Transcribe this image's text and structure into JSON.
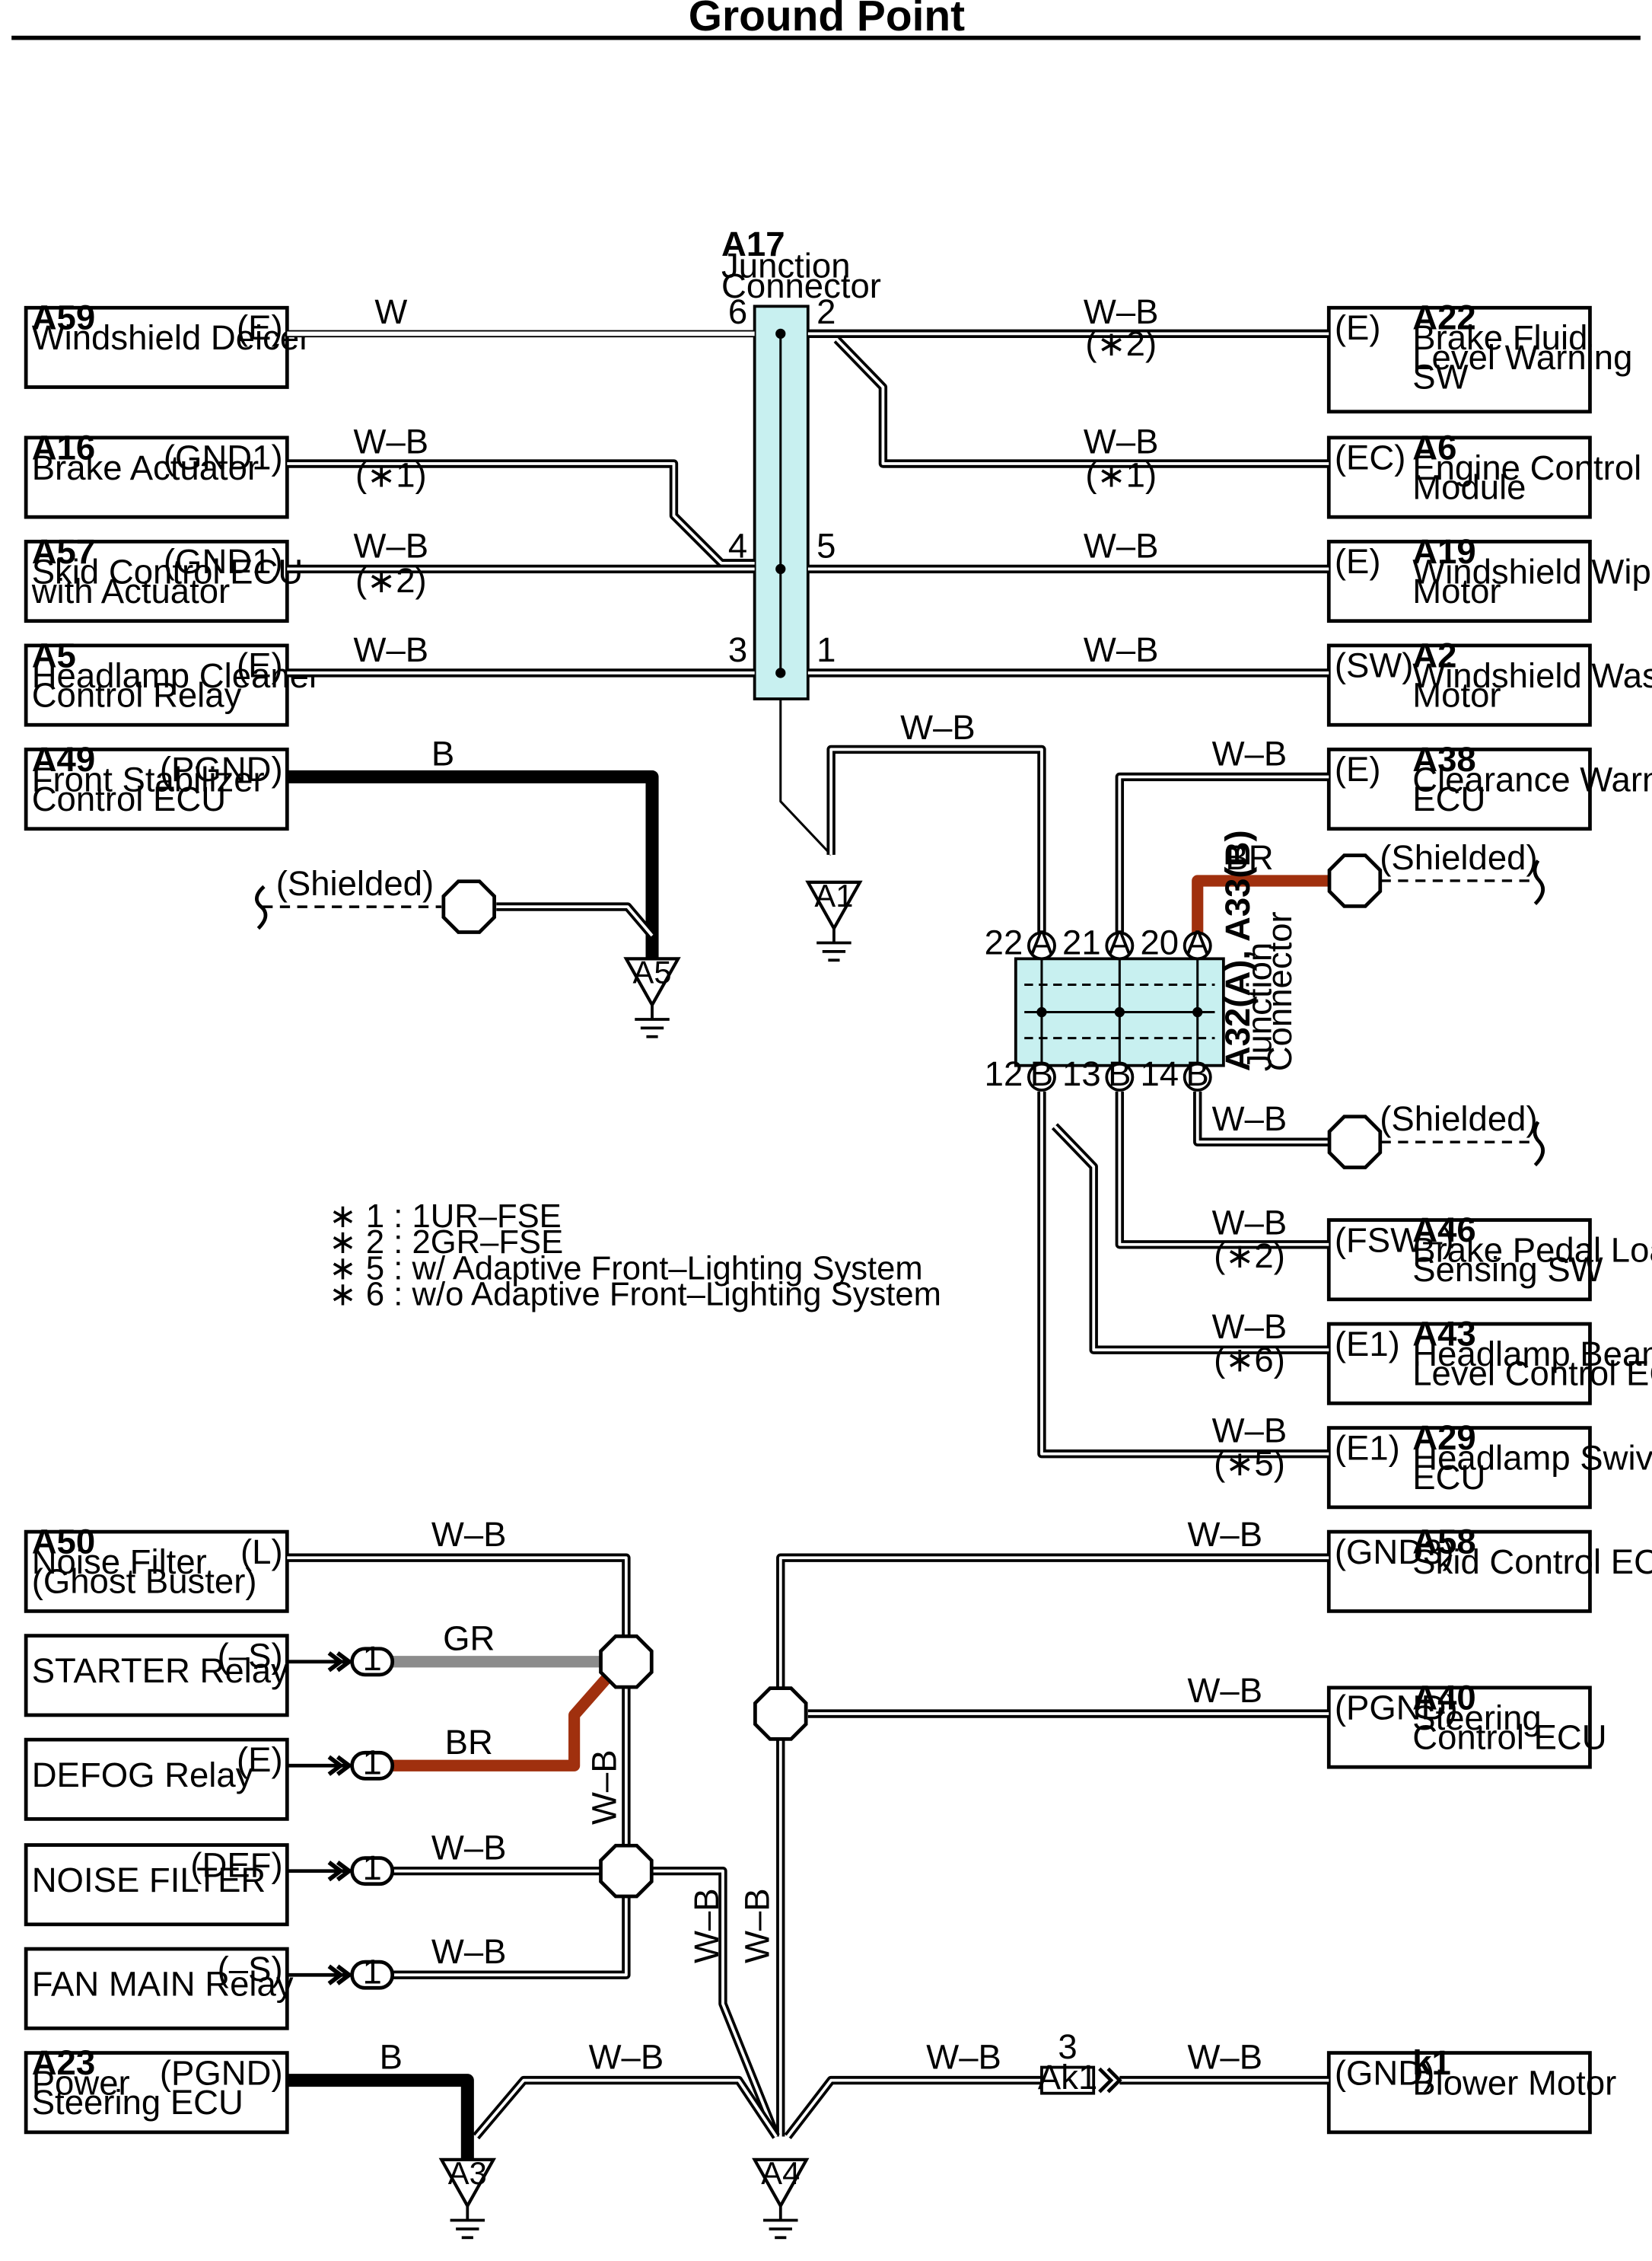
{
  "page": {
    "title": "Ground Point"
  },
  "connectors": [
    {
      "id": "c1",
      "code": "A59",
      "lines": [
        "Windshield Deicer"
      ],
      "terminal": "(E)"
    },
    {
      "id": "c2",
      "code": "A16",
      "lines": [
        "Brake Actuator"
      ],
      "terminal": "(GND1)"
    },
    {
      "id": "c3",
      "code": "A57",
      "lines": [
        "Skid Control ECU",
        "with Actuator"
      ],
      "terminal": "(GND1)"
    },
    {
      "id": "c4",
      "code": "A5",
      "lines": [
        "Headlamp Cleaner",
        "Control Relay"
      ],
      "terminal": "(E)"
    },
    {
      "id": "c5",
      "code": "A49",
      "lines": [
        "Front Stabilizer",
        "Control ECU"
      ],
      "terminal": "(PGND)"
    },
    {
      "id": "c6",
      "code": "A22",
      "lines": [
        "Brake Fluid",
        "Level Warning",
        "SW"
      ],
      "terminal": "(E)"
    },
    {
      "id": "c7",
      "code": "A6",
      "lines": [
        "Engine Control",
        "Module"
      ],
      "terminal": "(EC)"
    },
    {
      "id": "c8",
      "code": "A19",
      "lines": [
        "Windshield Wiper",
        "Motor"
      ],
      "terminal": "(E)"
    },
    {
      "id": "c9",
      "code": "A2",
      "lines": [
        "Windshield Washer",
        "Motor"
      ],
      "terminal": "(SW)"
    },
    {
      "id": "c10",
      "code": "A38",
      "lines": [
        "Clearance Warning",
        "ECU"
      ],
      "terminal": "(E)"
    },
    {
      "id": "c11",
      "code": "A46",
      "lines": [
        "Brake Pedal Load",
        "Sensing SW"
      ],
      "terminal": "(FSW–)"
    },
    {
      "id": "c12",
      "code": "A43",
      "lines": [
        "Headlamp Beam",
        "Level Control ECU"
      ],
      "terminal": "(E1)"
    },
    {
      "id": "c13",
      "code": "A29",
      "lines": [
        "Headlamp Swivel",
        "ECU"
      ],
      "terminal": "(E1)"
    },
    {
      "id": "c14",
      "code": "A50",
      "lines": [
        "Noise Filter",
        "(Ghost Buster)"
      ],
      "terminal": "(L)"
    },
    {
      "id": "c15",
      "code": "",
      "lines": [
        "STARTER Relay"
      ],
      "terminal": "(–S)"
    },
    {
      "id": "c16",
      "code": "",
      "lines": [
        "DEFOG Relay"
      ],
      "terminal": "(E)"
    },
    {
      "id": "c17",
      "code": "",
      "lines": [
        "NOISE FILTER"
      ],
      "terminal": "(DEF)"
    },
    {
      "id": "c18",
      "code": "",
      "lines": [
        "FAN MAIN Relay"
      ],
      "terminal": "(–S)"
    },
    {
      "id": "c19",
      "code": "A23",
      "lines": [
        "Power",
        "Steering ECU"
      ],
      "terminal": "(PGND)"
    },
    {
      "id": "c20",
      "code": "A58",
      "lines": [
        "Skid Control ECU"
      ],
      "terminal": "(GND3)"
    },
    {
      "id": "c21",
      "code": "A40",
      "lines": [
        "Steering",
        "Control ECU"
      ],
      "terminal": "(PGND)"
    },
    {
      "id": "c22",
      "code": "k1",
      "lines": [
        "Blower Motor"
      ],
      "terminal": "(GND)"
    }
  ],
  "junction_a17": {
    "code": "A17",
    "lines": [
      "Junction",
      "Connector"
    ],
    "pins": [
      "6",
      "2",
      "4",
      "5",
      "3",
      "1"
    ]
  },
  "junction_a32": {
    "label": "A32(A), A33(B)",
    "sub": [
      "Junction",
      "Connector"
    ],
    "pins": [
      {
        "num": "22",
        "letter": "A"
      },
      {
        "num": "21",
        "letter": "A"
      },
      {
        "num": "20",
        "letter": "A"
      },
      {
        "num": "12",
        "letter": "B"
      },
      {
        "num": "13",
        "letter": "B"
      },
      {
        "num": "14",
        "letter": "B"
      }
    ]
  },
  "wires": [
    {
      "id": "w1",
      "color": "W"
    },
    {
      "id": "w2",
      "color": "W–B",
      "note": "(∗2)"
    },
    {
      "id": "w3",
      "color": "W–B",
      "note": "(∗1)"
    },
    {
      "id": "w4",
      "color": "W–B",
      "note": "(∗1)"
    },
    {
      "id": "w5",
      "color": "W–B",
      "note": "(∗2)"
    },
    {
      "id": "w6",
      "color": "W–B"
    },
    {
      "id": "w7",
      "color": "W–B"
    },
    {
      "id": "w8",
      "color": "W–B"
    },
    {
      "id": "w9",
      "color": "B"
    },
    {
      "id": "w10",
      "color": "W–B"
    },
    {
      "id": "w11",
      "color": "W–B"
    },
    {
      "id": "w12",
      "color": "BR"
    },
    {
      "id": "w13",
      "color": "W–B"
    },
    {
      "id": "w14",
      "color": "W–B",
      "note": "(∗2)"
    },
    {
      "id": "w15",
      "color": "W–B",
      "note": "(∗6)"
    },
    {
      "id": "w16",
      "color": "W–B",
      "note": "(∗5)"
    },
    {
      "id": "w17",
      "color": "W–B"
    },
    {
      "id": "w18",
      "color": "GR"
    },
    {
      "id": "w19",
      "color": "BR"
    },
    {
      "id": "w20",
      "color": "W–B"
    },
    {
      "id": "w21",
      "color": "W–B"
    },
    {
      "id": "w22",
      "color": "W–B"
    },
    {
      "id": "w23",
      "color": "W–B"
    },
    {
      "id": "w24",
      "color": "B"
    },
    {
      "id": "w25",
      "color": "W–B"
    },
    {
      "id": "w26",
      "color": "W–B"
    },
    {
      "id": "w27",
      "color": "W–B"
    },
    {
      "id": "w28",
      "color": "W–B"
    },
    {
      "id": "w29",
      "color": "W–B"
    }
  ],
  "shields": [
    {
      "id": "s1",
      "label": "(Shielded)"
    },
    {
      "id": "s2",
      "label": "(Shielded)"
    },
    {
      "id": "s3",
      "label": "(Shielded)"
    }
  ],
  "grounds": [
    {
      "id": "g1",
      "label": "A1"
    },
    {
      "id": "g2",
      "label": "A5"
    },
    {
      "id": "g3",
      "label": "A3"
    },
    {
      "id": "g4",
      "label": "A4"
    }
  ],
  "plugs": [
    "1",
    "1",
    "1",
    "1"
  ],
  "ak1": {
    "label": "Ak1",
    "pin": "3"
  },
  "notes": [
    "∗ 1 : 1UR–FSE",
    "∗ 2 : 2GR–FSE",
    "∗ 5 : w/ Adaptive Front–Lighting System",
    "∗ 6 : w/o Adaptive Front–Lighting System"
  ],
  "colors": {
    "wire_wb": "#000000",
    "wire_b": "#000000",
    "wire_br": "#a0300e",
    "wire_gr": "#8c8c8c",
    "junction_fill": "#c8f0f0"
  }
}
